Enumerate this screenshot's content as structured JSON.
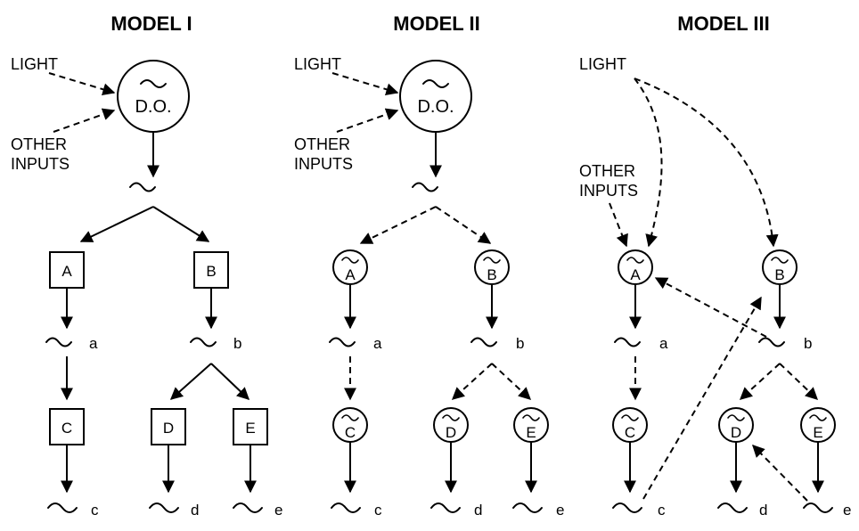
{
  "models": [
    {
      "title": "MODEL I",
      "light": "LIGHT",
      "other_inputs": [
        "OTHER",
        "INPUTS"
      ],
      "pacemaker": "D.O.",
      "nodes": [
        "A",
        "B",
        "C",
        "D",
        "E"
      ],
      "outputs": [
        "a",
        "b",
        "c",
        "d",
        "e"
      ]
    },
    {
      "title": "MODEL II",
      "light": "LIGHT",
      "other_inputs": [
        "OTHER",
        "INPUTS"
      ],
      "pacemaker": "D.O.",
      "nodes": [
        "A",
        "B",
        "C",
        "D",
        "E"
      ],
      "outputs": [
        "a",
        "b",
        "c",
        "d",
        "e"
      ]
    },
    {
      "title": "MODEL III",
      "light": "LIGHT",
      "other_inputs": [
        "OTHER",
        "INPUTS"
      ],
      "nodes": [
        "A",
        "B",
        "C",
        "D",
        "E"
      ],
      "outputs": [
        "a",
        "b",
        "c",
        "d",
        "e"
      ]
    }
  ]
}
